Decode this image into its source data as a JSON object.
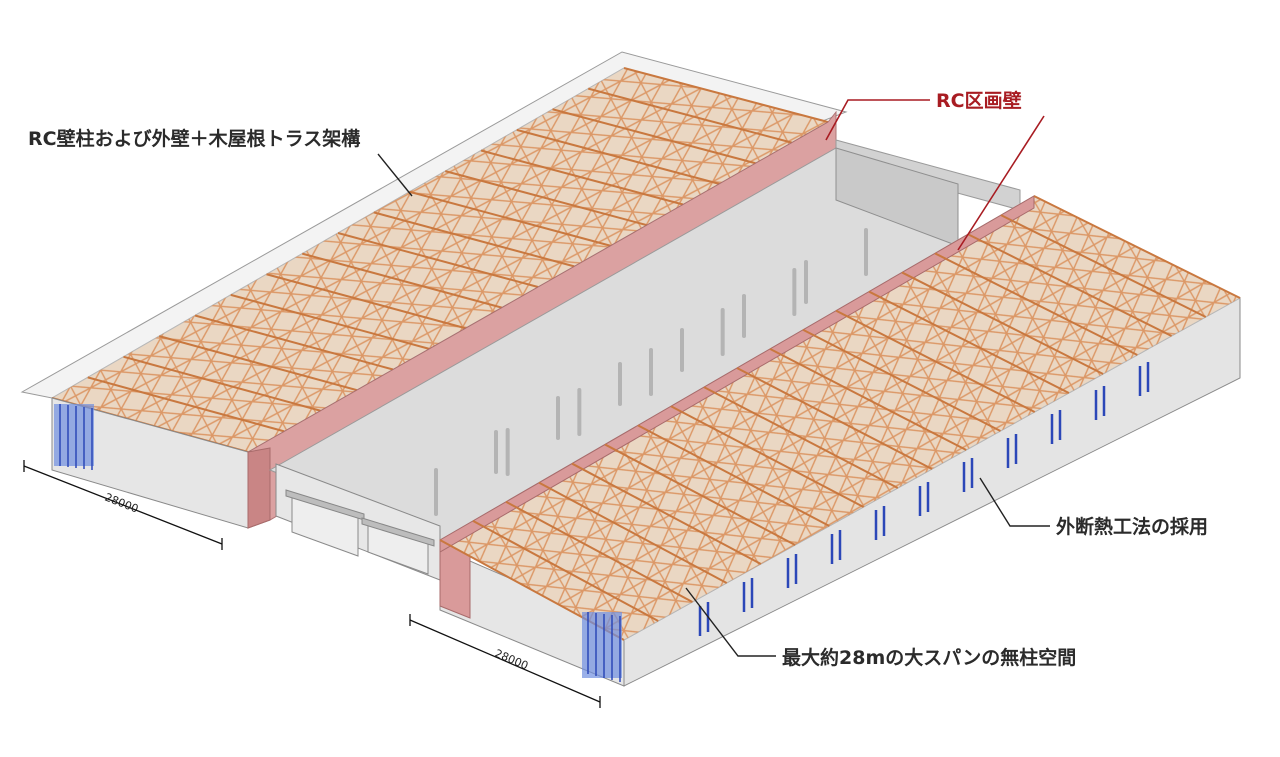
{
  "labels": {
    "structure": "RC壁柱および外壁＋木屋根トラス架構",
    "rc_wall": "RC区画壁",
    "insulation": "外断熱工法の採用",
    "span": "最大約28mの大スパンの無柱空間"
  },
  "dimensions": {
    "left_span": "28000",
    "right_span": "28000"
  },
  "colors": {
    "label_dark": "#2b2b2b",
    "label_red": "#a81c22",
    "rc_wall": "#d99a9a",
    "truss": "#d98d57",
    "roof_tint": "#ead7c3",
    "wall": "#e4e4e4",
    "window": "#3a5fc8"
  }
}
